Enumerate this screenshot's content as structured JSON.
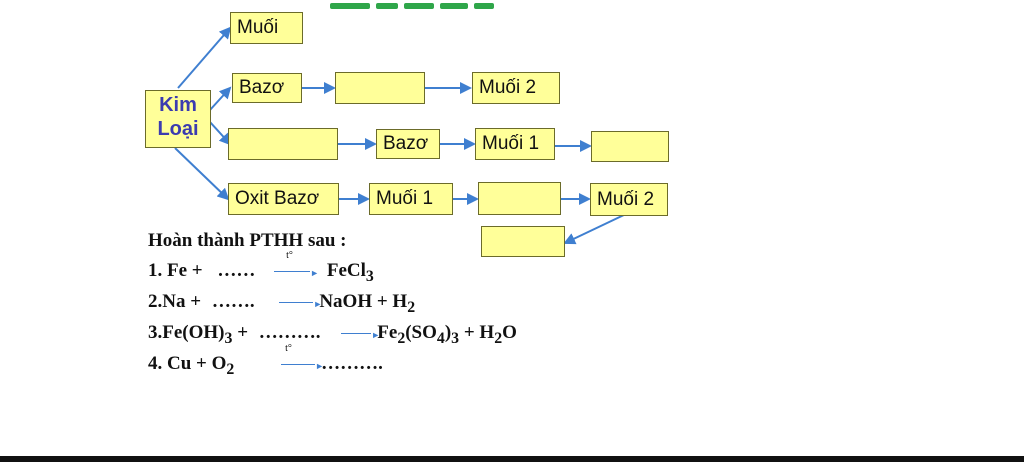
{
  "diagram": {
    "origin": {
      "line1": "Kim",
      "line2": "Loại"
    },
    "boxes": {
      "r1_muoi": "Muối",
      "r2_bazo": "Bazơ",
      "r2_blank": "",
      "r2_muoi2": "Muối 2",
      "r3_blank1": "",
      "r3_bazo": "Bazơ",
      "r3_muoi1": "Muối 1",
      "r3_blank2": "",
      "r4_oxit": "Oxit Bazơ",
      "r4_muoi1": "Muối 1",
      "r4_blank": "",
      "r4_muoi2": "Muối 2",
      "r5_blank": ""
    },
    "colors": {
      "box_fill": "#ffff99",
      "box_border": "#6b6b2a",
      "arrow": "#3f7fd0",
      "origin_text": "#3b3bb0"
    }
  },
  "exercise": {
    "title": "Hoàn thành PTHH sau :",
    "equations": [
      {
        "num": "1.",
        "left": "Fe + ",
        "blank": "……",
        "cond": "t°",
        "right_html": "FeCl<sub>3</sub>"
      },
      {
        "num": "2.",
        "left": "Na  + ",
        "blank": "…….",
        "cond": "",
        "right_html": "NaOH  +  H<sub>2</sub>"
      },
      {
        "num": "3.",
        "left_html": "Fe(OH)<sub>3</sub>  + ",
        "blank": "……….",
        "cond": "",
        "right_html": "Fe<sub>2</sub>(SO<sub>4</sub>)<sub>3</sub>  +  H<sub>2</sub>O"
      },
      {
        "num": "4.",
        "left_html": "Cu   +  O<sub>2</sub>",
        "blank": "",
        "cond": "t°",
        "right_html": "………."
      }
    ]
  }
}
